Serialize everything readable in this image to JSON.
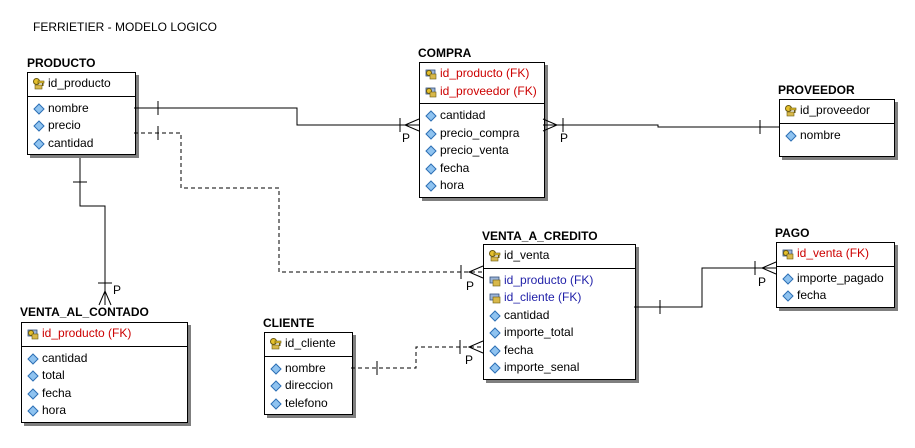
{
  "diagram_title": "FERRIETIER - MODELO LOGICO",
  "entities": {
    "producto": {
      "name": "PRODUCTO",
      "keys": [
        {
          "label": "id_producto",
          "kind": "pk"
        }
      ],
      "attrs": [
        "nombre",
        "precio",
        "cantidad"
      ]
    },
    "compra": {
      "name": "COMPRA",
      "keys": [
        {
          "label": "id_producto (FK)",
          "kind": "pk-fk"
        },
        {
          "label": "id_proveedor (FK)",
          "kind": "pk-fk"
        }
      ],
      "attrs": [
        "cantidad",
        "precio_compra",
        "precio_venta",
        "fecha",
        "hora"
      ]
    },
    "proveedor": {
      "name": "PROVEEDOR",
      "keys": [
        {
          "label": "id_proveedor",
          "kind": "pk"
        }
      ],
      "attrs": [
        "nombre"
      ]
    },
    "venta_a_credito": {
      "name": "VENTA_A_CREDITO",
      "keys": [
        {
          "label": "id_venta",
          "kind": "pk"
        }
      ],
      "attrs_fk": [
        "id_producto (FK)",
        "id_cliente (FK)"
      ],
      "attrs": [
        "cantidad",
        "importe_total",
        "fecha",
        "importe_senal"
      ]
    },
    "pago": {
      "name": "PAGO",
      "keys": [
        {
          "label": "id_venta (FK)",
          "kind": "pk-fk"
        }
      ],
      "attrs": [
        "importe_pagado",
        "fecha"
      ]
    },
    "cliente": {
      "name": "CLIENTE",
      "keys": [
        {
          "label": "id_cliente",
          "kind": "pk"
        }
      ],
      "attrs": [
        "nombre",
        "direccion",
        "telefono"
      ]
    },
    "venta_al_contado": {
      "name": "VENTA_AL_CONTADO",
      "keys": [
        {
          "label": "id_producto (FK)",
          "kind": "pk-fk"
        }
      ],
      "attrs": [
        "cantidad",
        "total",
        "fecha",
        "hora"
      ]
    }
  },
  "relationship_marker": "P"
}
